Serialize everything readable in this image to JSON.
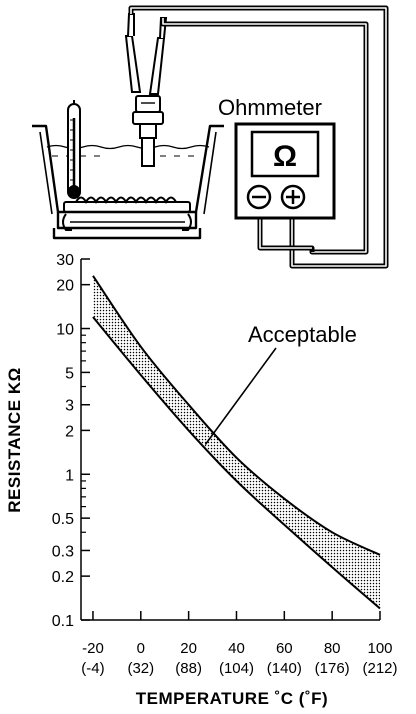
{
  "illustration": {
    "meter_label": "Ohmmeter",
    "ohm_symbol": "Ω",
    "minus_symbol": "−",
    "plus_symbol": "+"
  },
  "chart_data": {
    "type": "area",
    "yscale": "log",
    "ylabel": "RESISTANCE KΩ",
    "xlabel": "TEMPERATURE ˚C (˚F)",
    "xlim": [
      -25,
      100
    ],
    "ylim": [
      0.1,
      30
    ],
    "x_ticks": [
      {
        "c": -20,
        "label": "-20",
        "sub": "(-4)"
      },
      {
        "c": 0,
        "label": "0",
        "sub": "(32)"
      },
      {
        "c": 20,
        "label": "20",
        "sub": "(88)"
      },
      {
        "c": 40,
        "label": "40",
        "sub": "(104)"
      },
      {
        "c": 60,
        "label": "60",
        "sub": "(140)"
      },
      {
        "c": 80,
        "label": "80",
        "sub": "(176)"
      },
      {
        "c": 100,
        "label": "100",
        "sub": "(212)"
      }
    ],
    "y_ticks": [
      {
        "v": 30,
        "label": "30"
      },
      {
        "v": 20,
        "label": "20"
      },
      {
        "v": 10,
        "label": "10"
      },
      {
        "v": 5,
        "label": "5"
      },
      {
        "v": 3,
        "label": "3"
      },
      {
        "v": 2,
        "label": "2"
      },
      {
        "v": 1,
        "label": "1"
      },
      {
        "v": 0.5,
        "label": "0.5"
      },
      {
        "v": 0.3,
        "label": "0.3"
      },
      {
        "v": 0.2,
        "label": "0.2"
      },
      {
        "v": 0.1,
        "label": "0.1"
      }
    ],
    "y_minor": [
      9,
      8,
      7,
      6,
      4,
      0.9,
      0.8,
      0.7,
      0.6,
      0.4
    ],
    "series": [
      {
        "name": "upper",
        "x": [
          -20,
          0,
          20,
          40,
          60,
          80,
          100
        ],
        "y": [
          23,
          7.5,
          3.0,
          1.3,
          0.68,
          0.4,
          0.28
        ]
      },
      {
        "name": "lower",
        "x": [
          -20,
          0,
          20,
          40,
          60,
          80,
          100
        ],
        "y": [
          12,
          4.8,
          2.0,
          0.9,
          0.45,
          0.23,
          0.12
        ]
      }
    ],
    "annotation": "Acceptable",
    "grid": false
  }
}
